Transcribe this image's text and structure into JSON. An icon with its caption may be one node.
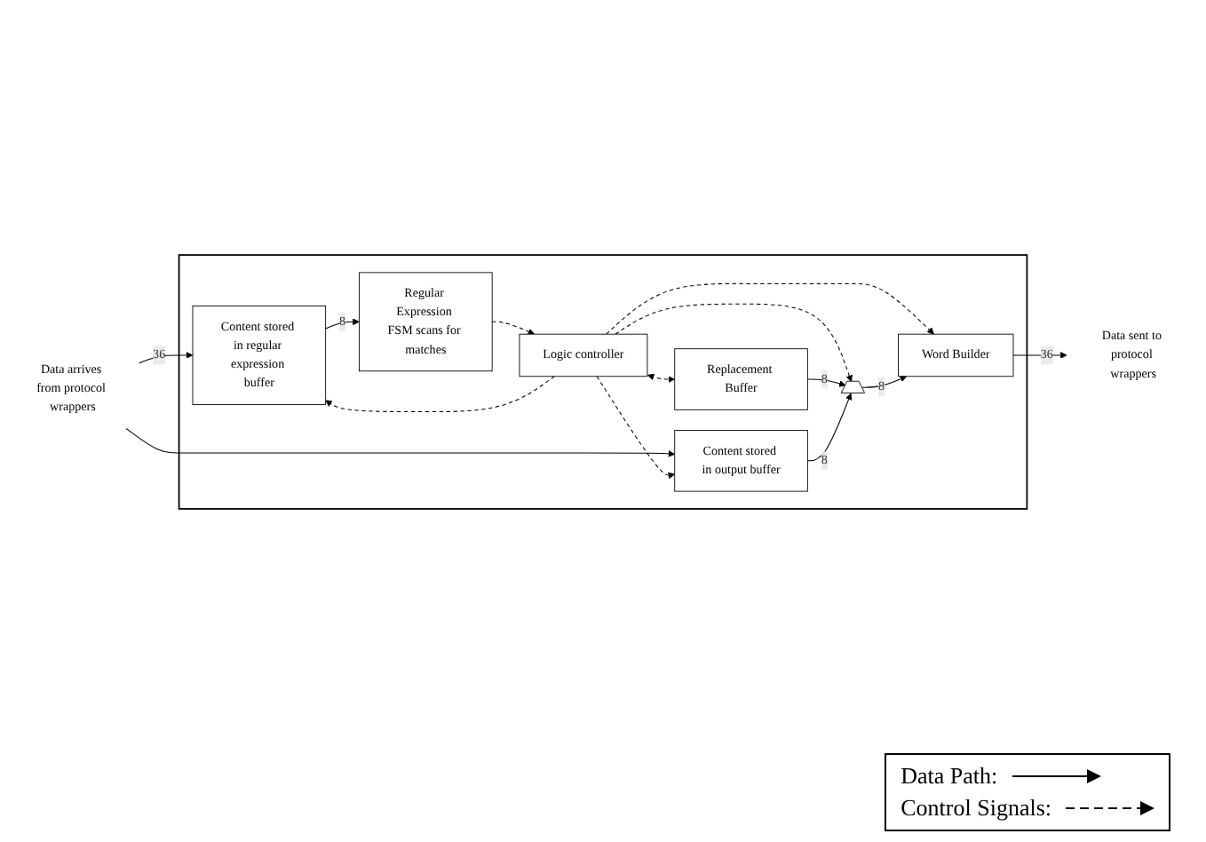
{
  "diagram": {
    "nodes": [
      {
        "text": [],
        "shape": "box"
      },
      {
        "text": [
          "Data arrives from protocol wrappers"
        ]
      },
      {
        "text": [
          "Content stored in regular expression buffer"
        ],
        "in": 0
      },
      {
        "text": [
          "Regular Expression FSM scans for matches"
        ],
        "in": 0
      },
      {
        "text": [
          "Logic controller"
        ],
        "in": 0
      },
      {
        "text": [
          "Replacement Buffer"
        ],
        "in": 0
      },
      {
        "text": [
          "Content stored in output buffer"
        ],
        "in": 0
      },
      {
        "text": [],
        "shape": "trapezoid",
        "in": 0
      },
      {
        "text": [
          "Word Builder"
        ],
        "in": 0
      },
      {
        "text": [
          "Data sent to protocol wrappers"
        ]
      }
    ],
    "edges": [
      {
        "from": 1,
        "to": 2,
        "arrow": "to",
        "label": "36"
      },
      {
        "from": 1,
        "to": 6,
        "arrow": "to"
      },
      {
        "from": 2,
        "to": 3,
        "arrow": "to",
        "label": "8"
      },
      {
        "from": 3,
        "to": 4,
        "arrow": "to",
        "style": "dashed"
      },
      {
        "from": 4,
        "to": 2,
        "arrow": "to",
        "style": "dashed"
      },
      {
        "from": 4,
        "to": 6,
        "arrow": "to",
        "style": "dashed"
      },
      {
        "from": 4,
        "to": 5,
        "arrow": "both",
        "style": "dashed"
      },
      {
        "from": 4,
        "to": 7,
        "arrow": "to",
        "style": "dashed"
      },
      {
        "from": 4,
        "to": 8,
        "arrow": "to",
        "style": "dashed"
      },
      {
        "from": 5,
        "to": 7,
        "arrow": "to",
        "label": "8"
      },
      {
        "from": 6,
        "to": 7,
        "arrow": "to",
        "label": "8"
      },
      {
        "from": 7,
        "to": 8,
        "arrow": "to",
        "label": "8"
      },
      {
        "from": 8,
        "to": 9,
        "arrow": "to",
        "label": "36"
      }
    ],
    "legend": [
      {
        "text": "Data Path:"
      },
      {
        "text": "Control Signals:"
      }
    ]
  }
}
